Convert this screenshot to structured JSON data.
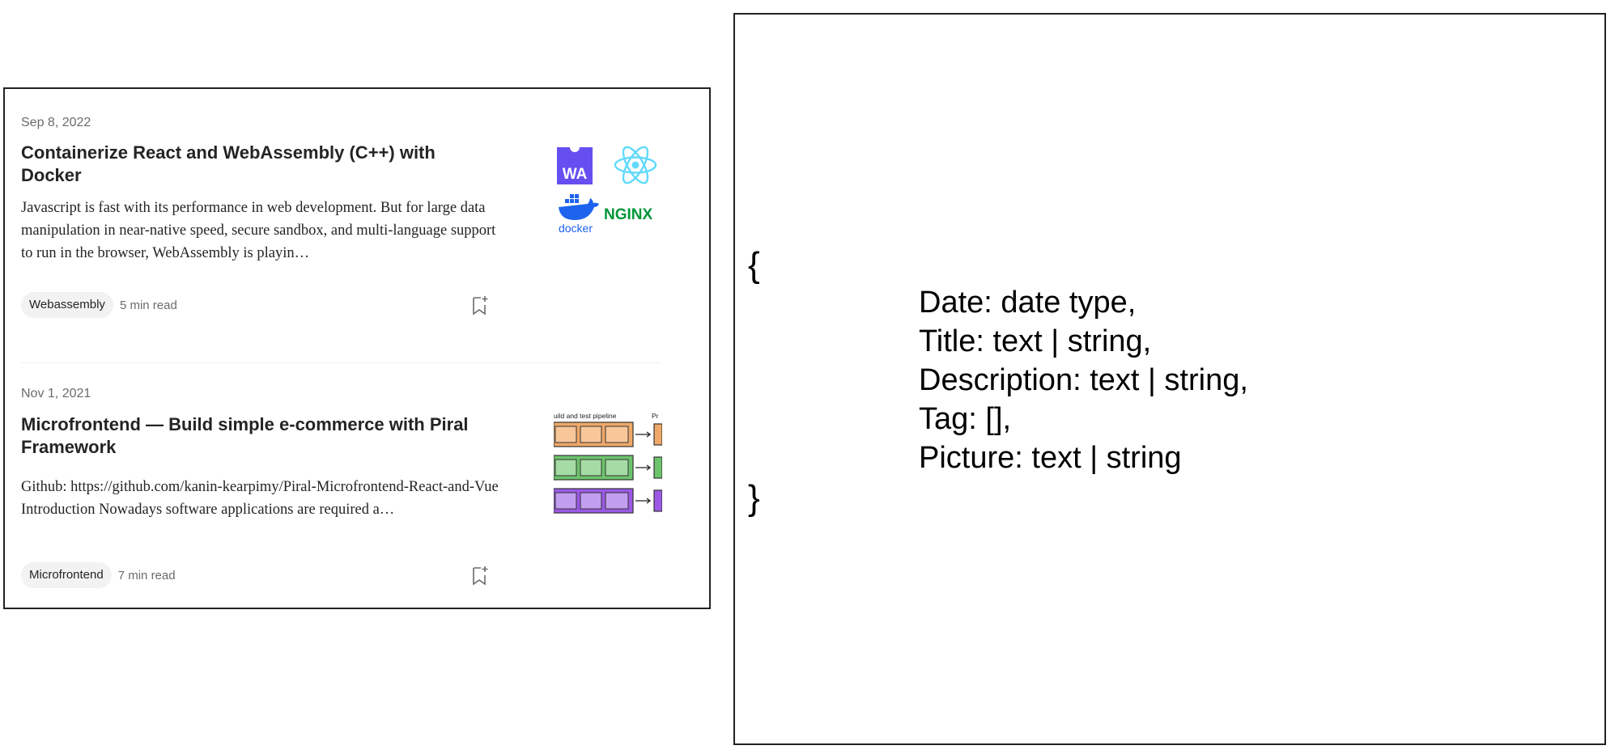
{
  "articles": [
    {
      "date": "Sep 8, 2022",
      "title": "Containerize React and WebAssembly (C++) with Docker",
      "description": "Javascript is fast with its performance in web development. But for large data manipulation in near-native speed, secure sandbox, and multi-language support to run in the browser, WebAssembly is playin…",
      "tag": "Webassembly",
      "read_time": "5 min read",
      "thumbnail": {
        "wasm_badge": "WA",
        "docker_label": "docker",
        "nginx_label": "NGINX"
      }
    },
    {
      "date": "Nov 1, 2021",
      "title": "Microfrontend — Build simple e-commerce with Piral Framework",
      "description": "Github: https://github.com/kanin-kearpimy/Piral-Microfrontend-React-and-Vue Introduction Nowadays software applications are required a…",
      "tag": "Microfrontend",
      "read_time": "7 min read",
      "thumbnail": {
        "pipeline_label": "uild and test pipeline",
        "pipeline_label_right": "Pr"
      }
    }
  ],
  "schema": {
    "open_brace": "{",
    "close_brace": "}",
    "fields": [
      "Date: date type,",
      "Title: text | string,",
      "Description: text | string,",
      "Tag: [],",
      "Picture: text | string"
    ]
  },
  "colors": {
    "wasm_purple": "#654ff0",
    "react_cyan": "#61dafb",
    "docker_blue": "#1d63ed",
    "nginx_green": "#009639",
    "pipeline_orange": "#f0a868",
    "pipeline_green": "#6cc46c",
    "pipeline_purple": "#9b59e6"
  }
}
